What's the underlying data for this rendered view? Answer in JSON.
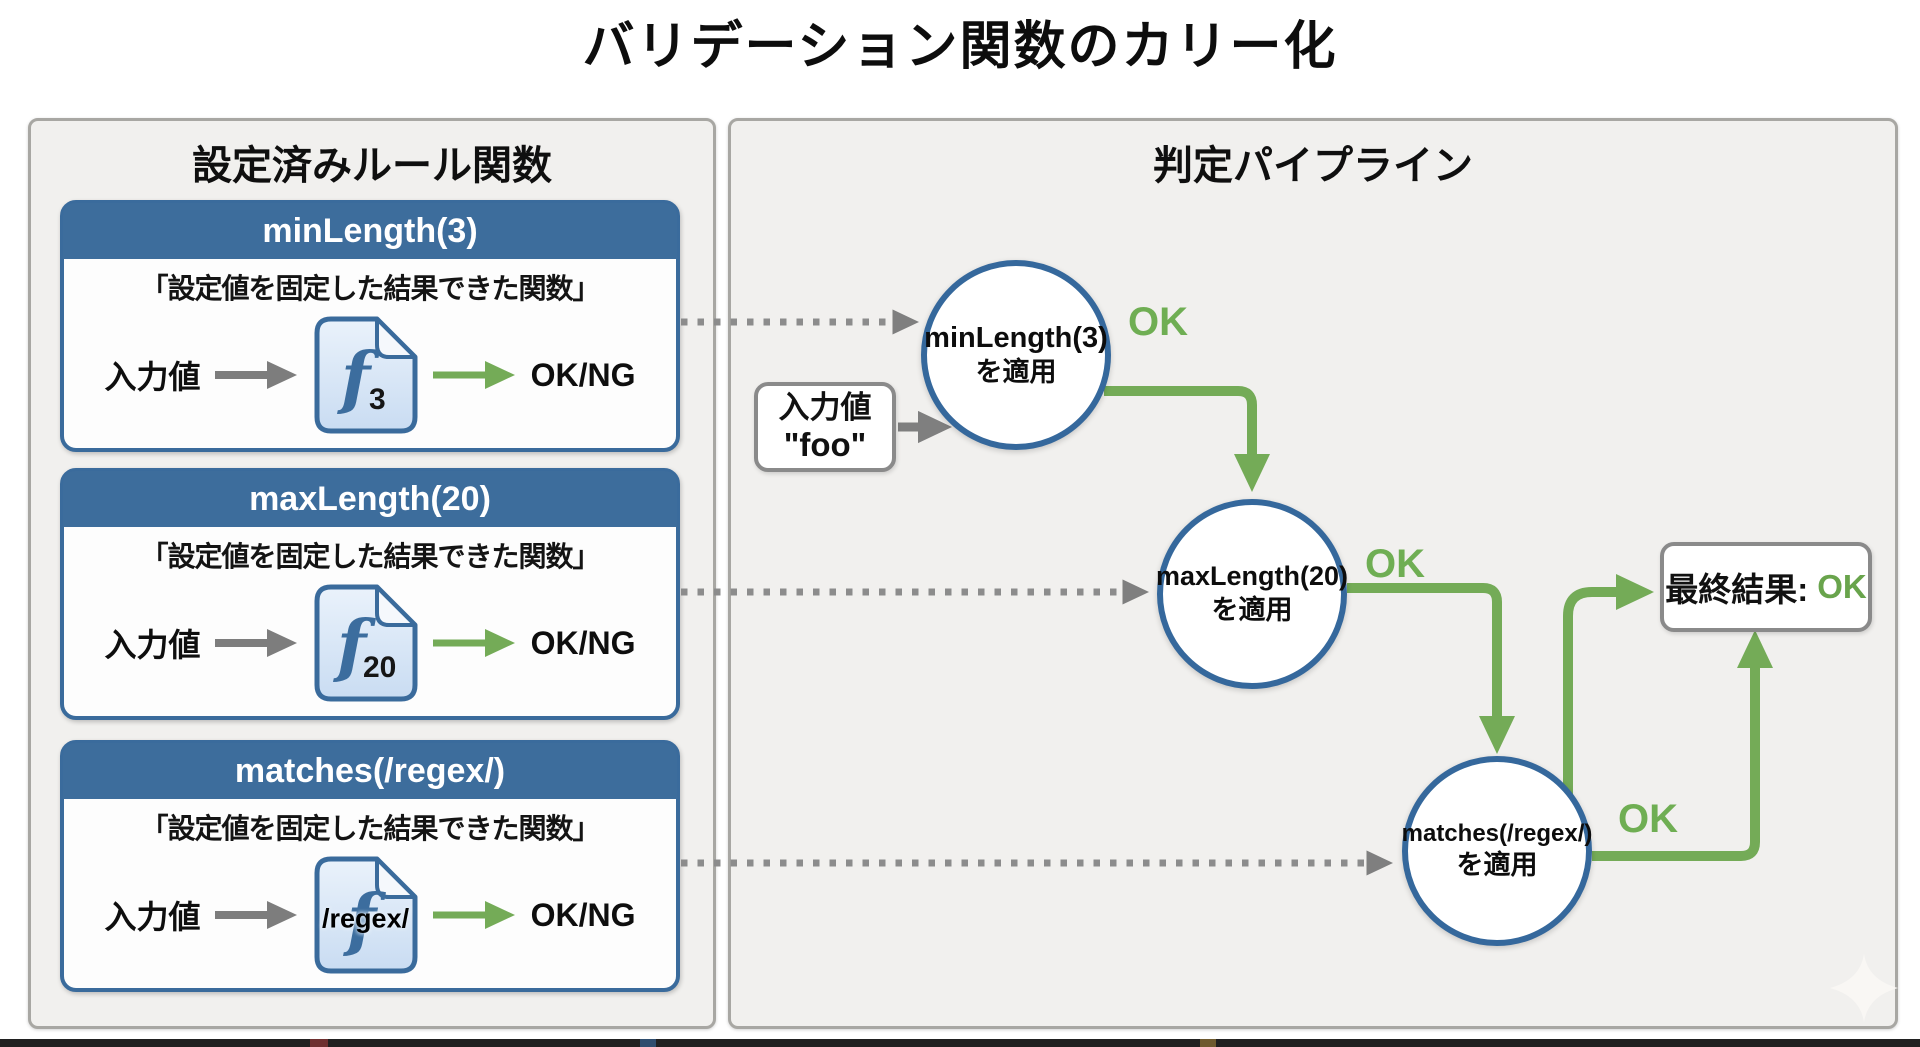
{
  "title": "バリデーション関数のカリー化",
  "left_panel": {
    "title": "設定済みルール関数",
    "cards": [
      {
        "header": "minLength(3)",
        "caption": "「設定値を固定した結果できた関数」",
        "input_label": "入力値",
        "fn_symbol": "f",
        "fn_sub": "3",
        "output_label": "OK/NG"
      },
      {
        "header": "maxLength(20)",
        "caption": "「設定値を固定した結果できた関数」",
        "input_label": "入力値",
        "fn_symbol": "f",
        "fn_sub": "20",
        "output_label": "OK/NG"
      },
      {
        "header": "matches(/regex/)",
        "caption": "「設定値を固定した結果できた関数」",
        "input_label": "入力値",
        "fn_symbol": "f",
        "fn_overlay": "/regex/",
        "output_label": "OK/NG"
      }
    ]
  },
  "right_panel": {
    "title": "判定パイプライン",
    "input_box": {
      "line1": "入力値",
      "line2": "\"foo\""
    },
    "nodes": [
      {
        "line1": "minLength(3)",
        "line2": "を適用",
        "ok_label": "OK"
      },
      {
        "line1": "maxLength(20)",
        "line2": "を適用",
        "ok_label": "OK"
      },
      {
        "line1": "matches(/regex/)",
        "line2": "を適用",
        "ok_label": "OK"
      }
    ],
    "result_box": {
      "label": "最終結果:",
      "value": "OK"
    }
  },
  "icons": {
    "rule_function": "function-document-icon",
    "corner": "sparkle-icon"
  },
  "colors": {
    "accent_blue": "#3d6d9c",
    "accent_green": "#74ab57",
    "ok_text_green": "#6fae53",
    "arrow_gray": "#7d7d7d",
    "panel_bg": "#f1f0ee"
  }
}
